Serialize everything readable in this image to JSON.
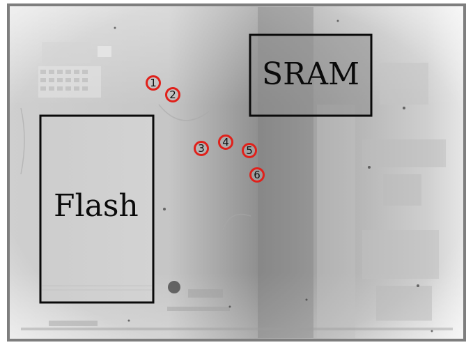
{
  "regions": {
    "sram": {
      "label": "SRAM"
    },
    "flash": {
      "label": "Flash"
    }
  },
  "markers": [
    {
      "id": "1"
    },
    {
      "id": "2"
    },
    {
      "id": "3"
    },
    {
      "id": "4"
    },
    {
      "id": "5"
    },
    {
      "id": "6"
    }
  ],
  "colors": {
    "marker_ring": "#e0201a",
    "region_outline": "#0a0a0a",
    "die_frame": "#7a7a7a"
  }
}
